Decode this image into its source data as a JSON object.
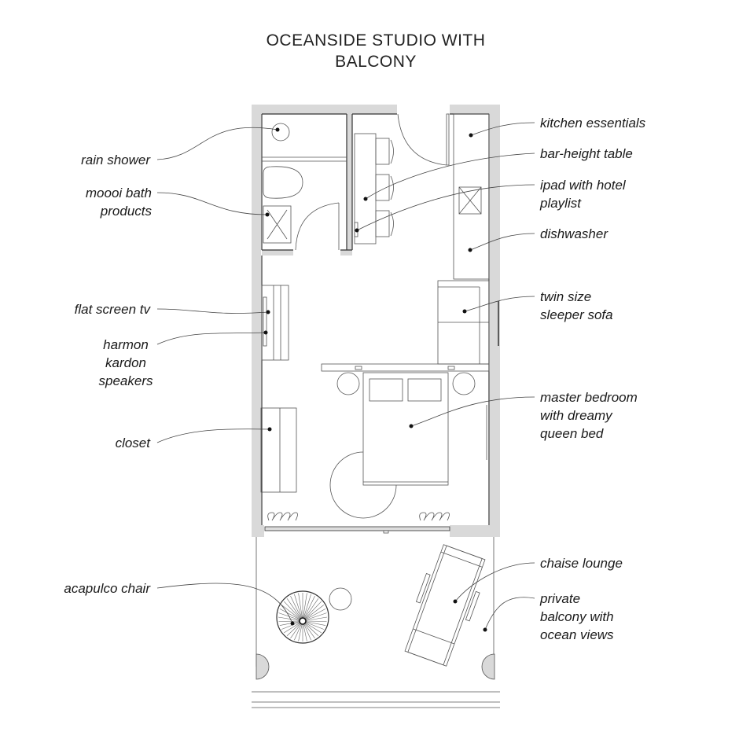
{
  "title": [
    "OCEANSIDE STUDIO WITH",
    "BALCONY"
  ],
  "labels_left": {
    "rain_shower": [
      "rain shower"
    ],
    "moooi": [
      "moooi bath",
      "products"
    ],
    "tv": [
      "flat screen tv"
    ],
    "speakers": [
      "harmon",
      "kardon",
      "speakers"
    ],
    "closet": [
      "closet"
    ],
    "acapulco": [
      "acapulco chair"
    ]
  },
  "labels_right": {
    "kitchen": [
      "kitchen essentials"
    ],
    "bar": [
      "bar-height table"
    ],
    "ipad": [
      "ipad with hotel",
      "playlist"
    ],
    "dishwasher": [
      "dishwasher"
    ],
    "sofa": [
      "twin size",
      "sleeper sofa"
    ],
    "bed": [
      "master bedroom",
      "with dreamy",
      "queen bed"
    ],
    "chaise": [
      "chaise lounge"
    ],
    "balcony": [
      "private",
      "balcony with",
      "ocean views"
    ]
  },
  "colors": {
    "wall": "#d9d9d9",
    "line": "#333333"
  }
}
